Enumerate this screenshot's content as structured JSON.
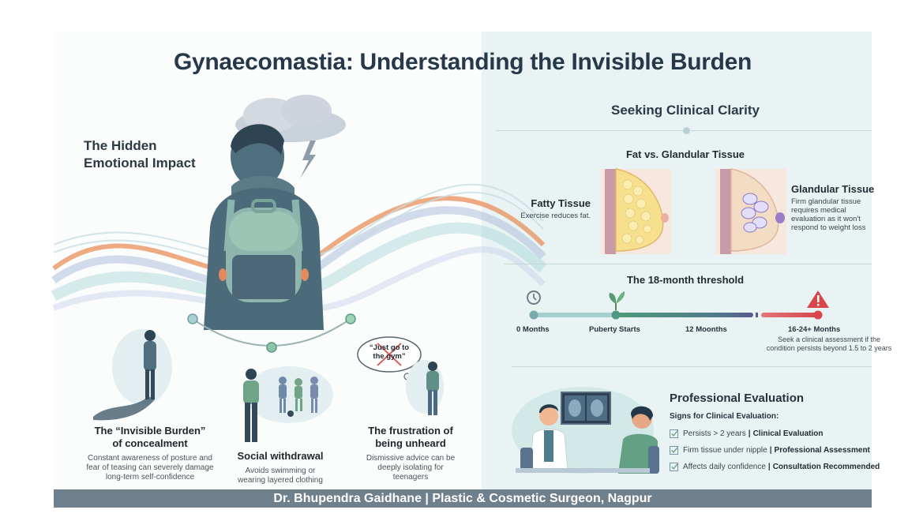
{
  "title": "Gynaecomastia: Understanding the Invisible Burden",
  "left_section": {
    "heading_line1": "The Hidden",
    "heading_line2": "Emotional Impact",
    "cards": [
      {
        "title_line1": "The “Invisible Burden”",
        "title_line2": "of concealment",
        "desc_line1": "Constant awareness of posture and",
        "desc_line2": "fear of teasing can severely damage",
        "desc_line3": "long-term self-confidence"
      },
      {
        "title_line1": "Social withdrawal",
        "desc_line1": "Avoids swimming or",
        "desc_line2": "wearing layered clothing"
      },
      {
        "title_line1": "The frustration of",
        "title_line2": "being unheard",
        "desc_line1": "Dismissive advice can be",
        "desc_line2": "deeply isolating for",
        "desc_line3": "teenagers",
        "thought_bubble_line1": "“Just go to",
        "thought_bubble_line2": "the gym”"
      }
    ]
  },
  "right_section": {
    "heading": "Seeking Clinical Clarity",
    "tissue": {
      "heading": "Fat vs. Glandular Tissue",
      "fatty": {
        "label": "Fatty Tissue",
        "desc": "Exercise reduces fat."
      },
      "glandular": {
        "label": "Glandular Tissue",
        "desc_line1": "Firm glandular tissue",
        "desc_line2": "requires medical",
        "desc_line3": "evaluation as it won't",
        "desc_line4": "respond to weight loss"
      }
    },
    "timeline": {
      "heading": "The 18-month threshold",
      "points": [
        {
          "label": "0 Months",
          "icon": "clock-icon"
        },
        {
          "label": "Puberty Starts",
          "icon": "sprout-icon"
        },
        {
          "label": "12 Moonths"
        },
        {
          "label": "16-24+ Months",
          "icon": "warning-icon"
        }
      ],
      "note_line1": "Seek a clinical assessment if the",
      "note_line2": "condition persists beyond 1.5 to 2 years",
      "colors": {
        "start": "#8fc1c4",
        "mid": "#4f9a78",
        "purple": "#5a5a8e",
        "red": "#d8454a"
      }
    },
    "evaluation": {
      "heading": "Professional Evaluation",
      "subheading": "Signs for Clinical Evaluation:",
      "items": [
        {
          "sign": "Persists > 2 years",
          "action": "Clinical Evaluation"
        },
        {
          "sign": "Firm tissue under nipple",
          "action": "Professional Assessment"
        },
        {
          "sign": "Affects daily confidence",
          "action": "Consultation Recommended"
        }
      ]
    }
  },
  "footer": "Dr. Bhupendra Gaidhane | Plastic & Cosmetic Surgeon, Nagpur"
}
